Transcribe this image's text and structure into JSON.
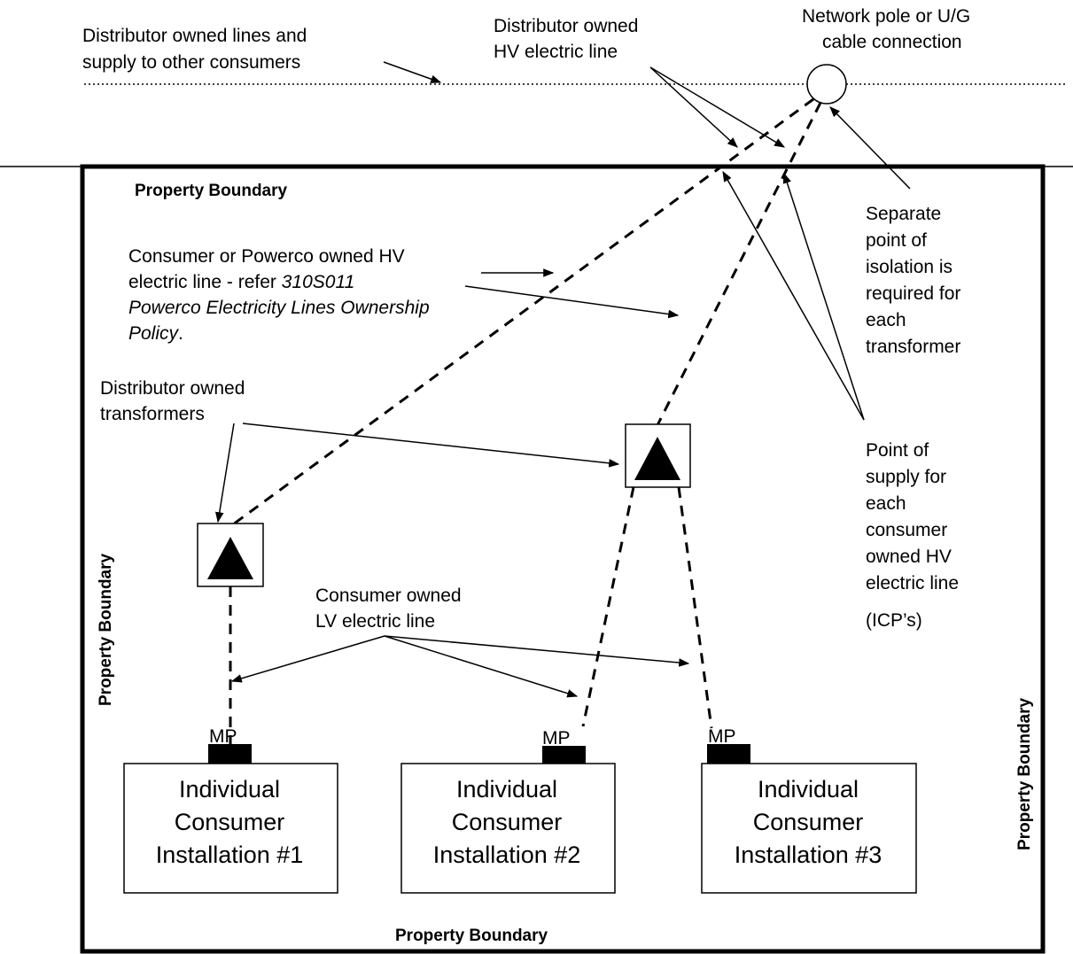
{
  "labels": {
    "dist_lines": [
      "Distributor owned lines and",
      "supply to other consumers"
    ],
    "dist_hv": [
      "Distributor owned",
      "HV electric line"
    ],
    "network_pole": [
      "Network pole or  U/G",
      "cable connection"
    ],
    "property_boundary": "Property Boundary",
    "consumer_hv": {
      "line1": "Consumer or Powerco owned HV",
      "line2": "electric line - refer ",
      "line2_italic": "310S011",
      "line3": "Powerco Electricity Lines Ownership",
      "line4_italic": "Policy",
      "line4_end": "."
    },
    "isolation": [
      "Separate",
      "point of",
      "isolation is",
      "required for",
      "each",
      "transformer"
    ],
    "dist_transformers": [
      "Distributor owned",
      "transformers"
    ],
    "point_of_supply": [
      "Point of",
      "supply for",
      "each",
      "consumer",
      "owned HV",
      "electric line",
      "(ICP’s)"
    ],
    "consumer_lv": [
      "Consumer owned",
      "LV electric line"
    ],
    "meter_point": "MP",
    "installations": [
      [
        "Individual",
        "Consumer",
        "Installation #1"
      ],
      [
        "Individual",
        "Consumer",
        "Installation #2"
      ],
      [
        "Individual",
        "Consumer",
        "Installation #3"
      ]
    ]
  },
  "colors": {
    "line": "#000000",
    "background": "#ffffff"
  },
  "icons": {
    "transformer": "triangle-in-square",
    "pole": "circle"
  }
}
